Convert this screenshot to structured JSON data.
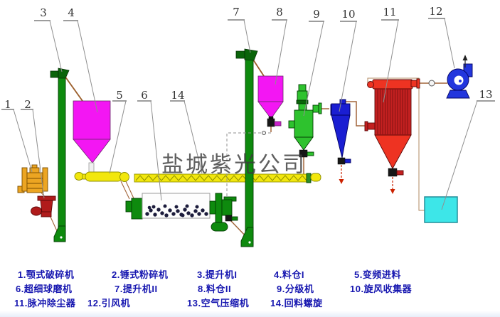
{
  "watermark": "盐城紫光公司",
  "labels": [
    "1",
    "2",
    "3",
    "4",
    "5",
    "6",
    "7",
    "8",
    "9",
    "10",
    "11",
    "12",
    "13",
    "14"
  ],
  "legend": {
    "items": [
      "1.颚式破碎机",
      "2.锤式粉碎机",
      "3.提升机I",
      "4.料仓I",
      "5.变频进料",
      "6.超细球磨机",
      "7.提升机II",
      "8.料仓II",
      "9.分级机",
      "10.旋风收集器",
      "11.脉冲除尘器",
      "12.引风机",
      "13.空气压缩机",
      "14.回料螺旋"
    ]
  },
  "colors": {
    "elevator_green": "#0e8a0e",
    "silo_magenta": "#f316f3",
    "equipment_yellow": "#f2e70d",
    "crusher_orange": "#eca522",
    "hammer_mill_red": "#b01b1b",
    "classifier_green": "#2ec22e",
    "cyclone_blue": "#1a1ed2",
    "dust_body_red": "#c32020",
    "dust_cone_red": "#ee3322",
    "fan_blue": "#2336dd",
    "compressor_cyan": "#3de6e8",
    "pipe_brown": "#a2653a",
    "legend_text_blue": "#1717b0",
    "watermark_gray": "#3c3c3c"
  }
}
